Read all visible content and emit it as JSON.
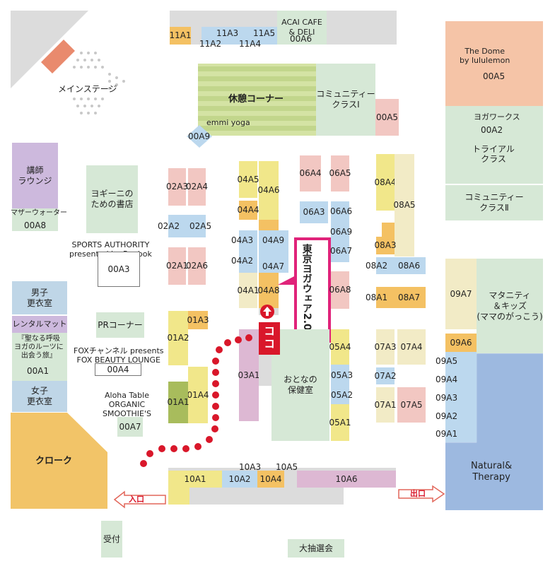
{
  "stage": "メインステージ",
  "rest": "休憩コーナー",
  "emmi": "emmi yoga",
  "acai": "ACAI CAFE\n& DELI",
  "community1": "コミュニティー\nクラスⅠ",
  "dome": "The Dome\nby lululemon",
  "yoga_works": "ヨガワークス",
  "trial": "トライアル\nクラス",
  "community2": "コミュニティー\nクラスⅡ",
  "lounge": "講師\nラウンジ",
  "mother_water": "マザーウォーター",
  "bookstore": "ヨギーニの\nための書店",
  "sports_authority": "SPORTS AUTHORITY\npresented by Reebok",
  "men_locker": "男子\n更衣室",
  "rental_mat": "レンタルマット",
  "book_event": "『聖なる呼吸\nヨガのルーツに\n出会う旅』",
  "women_locker": "女子\n更衣室",
  "pr_corner": "PRコーナー",
  "fox_lounge": "FOXチャンネル presents\nFOX BEAUTY LOUNGE",
  "aloha": "Aloha Table\nORGANIC\nSMOOTHIE'S",
  "cloak": "クローク",
  "entrance": "入口",
  "exit": "出口",
  "reception": "受付",
  "lottery": "大抽選会",
  "maternity": "マタニティ\n＆キッズ\n(ママのがっこう)",
  "natural": "Natural&\nTherapy",
  "otona": "おとなの\n保健室",
  "tokyo_yoga": "東京ヨガウェア2.0",
  "koko": "ココ",
  "booths": {
    "b11A1": "11A1",
    "b11A2": "11A2",
    "b11A3": "11A3",
    "b11A4": "11A4",
    "b11A5": "11A5",
    "b00A6": "00A6",
    "b00A5_top": "00A5",
    "b00A5": "00A5",
    "b00A2": "00A2",
    "b00A9": "00A9",
    "b00A8": "00A8",
    "b00A3": "00A3",
    "b00A1": "00A1",
    "b00A4": "00A4",
    "b00A7": "00A7",
    "b02A3": "02A3",
    "b02A4": "02A4",
    "b02A2": "02A2",
    "b02A5": "02A5",
    "b02A1": "02A1",
    "b02A6": "02A6",
    "b04A5": "04A5",
    "b04A6": "04A6",
    "b04A4": "04A4",
    "b04A3": "04A3",
    "b04A9": "04A9",
    "b04A2": "04A2",
    "b04A7": "04A7",
    "b04A1": "04A1",
    "b04A8": "04A8",
    "b06A4": "06A4",
    "b06A5": "06A5",
    "b06A3": "06A3",
    "b06A6": "06A6",
    "b06A9": "06A9",
    "b06A7": "06A7",
    "b06A8": "06A8",
    "b08A4": "08A4",
    "b08A5": "08A5",
    "b08A3": "08A3",
    "b08A2": "08A2",
    "b08A6": "08A6",
    "b08A1": "08A1",
    "b08A7": "08A7",
    "b01A2": "01A2",
    "b01A3": "01A3",
    "b01A4": "01A4",
    "b01A1": "01A1",
    "b03A1": "03A1",
    "b05A4": "05A4",
    "b05A3": "05A3",
    "b05A2": "05A2",
    "b05A1": "05A1",
    "b07A3": "07A3",
    "b07A4": "07A4",
    "b07A2": "07A2",
    "b07A1": "07A1",
    "b07A5": "07A5",
    "b09A7": "09A7",
    "b09A6": "09A6",
    "b09A5": "09A5",
    "b09A4": "09A4",
    "b09A3": "09A3",
    "b09A2": "09A2",
    "b09A1": "09A1",
    "b10A1": "10A1",
    "b10A2": "10A2",
    "b10A3": "10A3",
    "b10A4": "10A4",
    "b10A5": "10A5",
    "b10A6": "10A6"
  },
  "colors": {
    "route": "#d9172a",
    "highlight": "#e0237a"
  }
}
